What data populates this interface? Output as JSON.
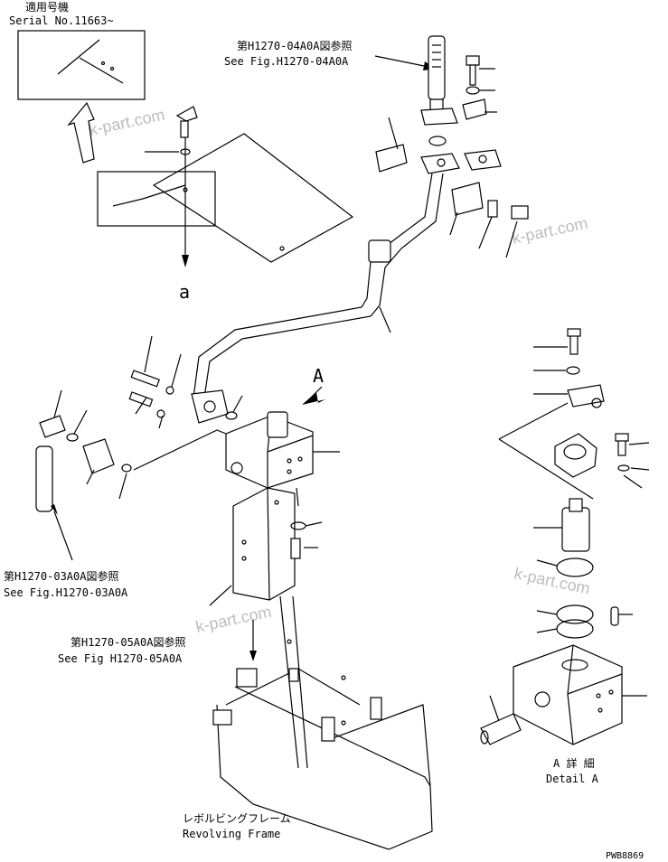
{
  "serial_box": {
    "line1": "適用号機",
    "line2": "Serial No.11663~"
  },
  "references": [
    {
      "jp": "第H1270-04A0A図参照",
      "en": "See Fig.H1270-04A0A"
    },
    {
      "jp": "第H1270-03A0A図参照",
      "en": "See Fig.H1270-03A0A"
    },
    {
      "jp": "第H1270-05A0A図参照",
      "en": "See Fig H1270-05A0A"
    }
  ],
  "labels": {
    "view_a_marker": "A",
    "arrow_a": "a",
    "detail_jp": "A 詳 細",
    "detail_en": "Detail A",
    "frame_jp": "レボルビングフレーム",
    "frame_en": "Revolving Frame",
    "drawing_no": "PWB8869"
  },
  "watermarks": [
    "k-part.com",
    "k-part.com",
    "k-part.com",
    "k-part.com"
  ],
  "colors": {
    "line": "#000000",
    "background": "#ffffff",
    "watermark": "#bdbdbd"
  }
}
